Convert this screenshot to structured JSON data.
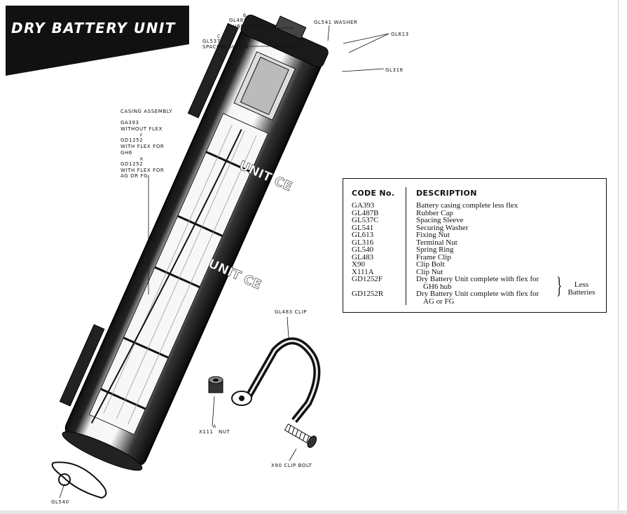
{
  "title": "DRY BATTERY UNIT",
  "labels": {
    "rubber_cap_code": "GL487",
    "rubber_cap_sup": "B",
    "rubber_cap_name": "RUBBER CAP",
    "washer": "GL541 WASHER",
    "gl613": "GL613",
    "spacing_code": "GL537",
    "spacing_sup": "C",
    "spacing_name": "SPACING SLEEVE",
    "gl316": "GL316",
    "casing_assembly": "CASING ASSEMBLY",
    "ga393": "GA393",
    "without_flex": "WITHOUT FLEX",
    "gd1252f_code": "GD1252",
    "gd1252f_sup": "F",
    "with_flex_for_1": "WITH FLEX FOR",
    "gh6": "GH6",
    "gd1252r_code": "GD1252",
    "gd1252r_sup": "R",
    "with_flex_for_2": "WITH FLEX FOR",
    "ag_or_fg": "AG OR FG",
    "clip": "GL483 CLIP",
    "nut_code": "X111",
    "nut_sup": "A",
    "nut_name": "NUT",
    "clip_bolt": "X90 CLIP BOLT",
    "gl540": "GL540",
    "casing_text_1": "UNIT CE",
    "casing_text_2": "UNIT CE"
  },
  "parts_table": {
    "header_code": "CODE No.",
    "header_desc": "DESCRIPTION",
    "rows": [
      {
        "code": "GA393",
        "desc": "Battery casing complete less flex"
      },
      {
        "code": "GL487B",
        "desc": "Rubber Cap"
      },
      {
        "code": "GL537C",
        "desc": "Spacing Sleeve"
      },
      {
        "code": "GL541",
        "desc": "Securing Washer"
      },
      {
        "code": "GL613",
        "desc": "Fixing Nut"
      },
      {
        "code": "GL316",
        "desc": "Terminal Nut"
      },
      {
        "code": "GL540",
        "desc": "Spring Ring"
      },
      {
        "code": "GL483",
        "desc": "Frame Clip"
      },
      {
        "code": "X90",
        "desc": "Clip Bolt"
      },
      {
        "code": "X111A",
        "desc": "Clip Nut"
      },
      {
        "code": "GD1252F",
        "desc": "Dry Battery Unit complete with flex for",
        "desc2": "GH6 hub"
      },
      {
        "code": "GD1252R",
        "desc": "Dry Battery Unit complete with flex for",
        "desc2": "AG or FG"
      }
    ],
    "brace_note_1": "Less",
    "brace_note_2": "Batteries"
  }
}
